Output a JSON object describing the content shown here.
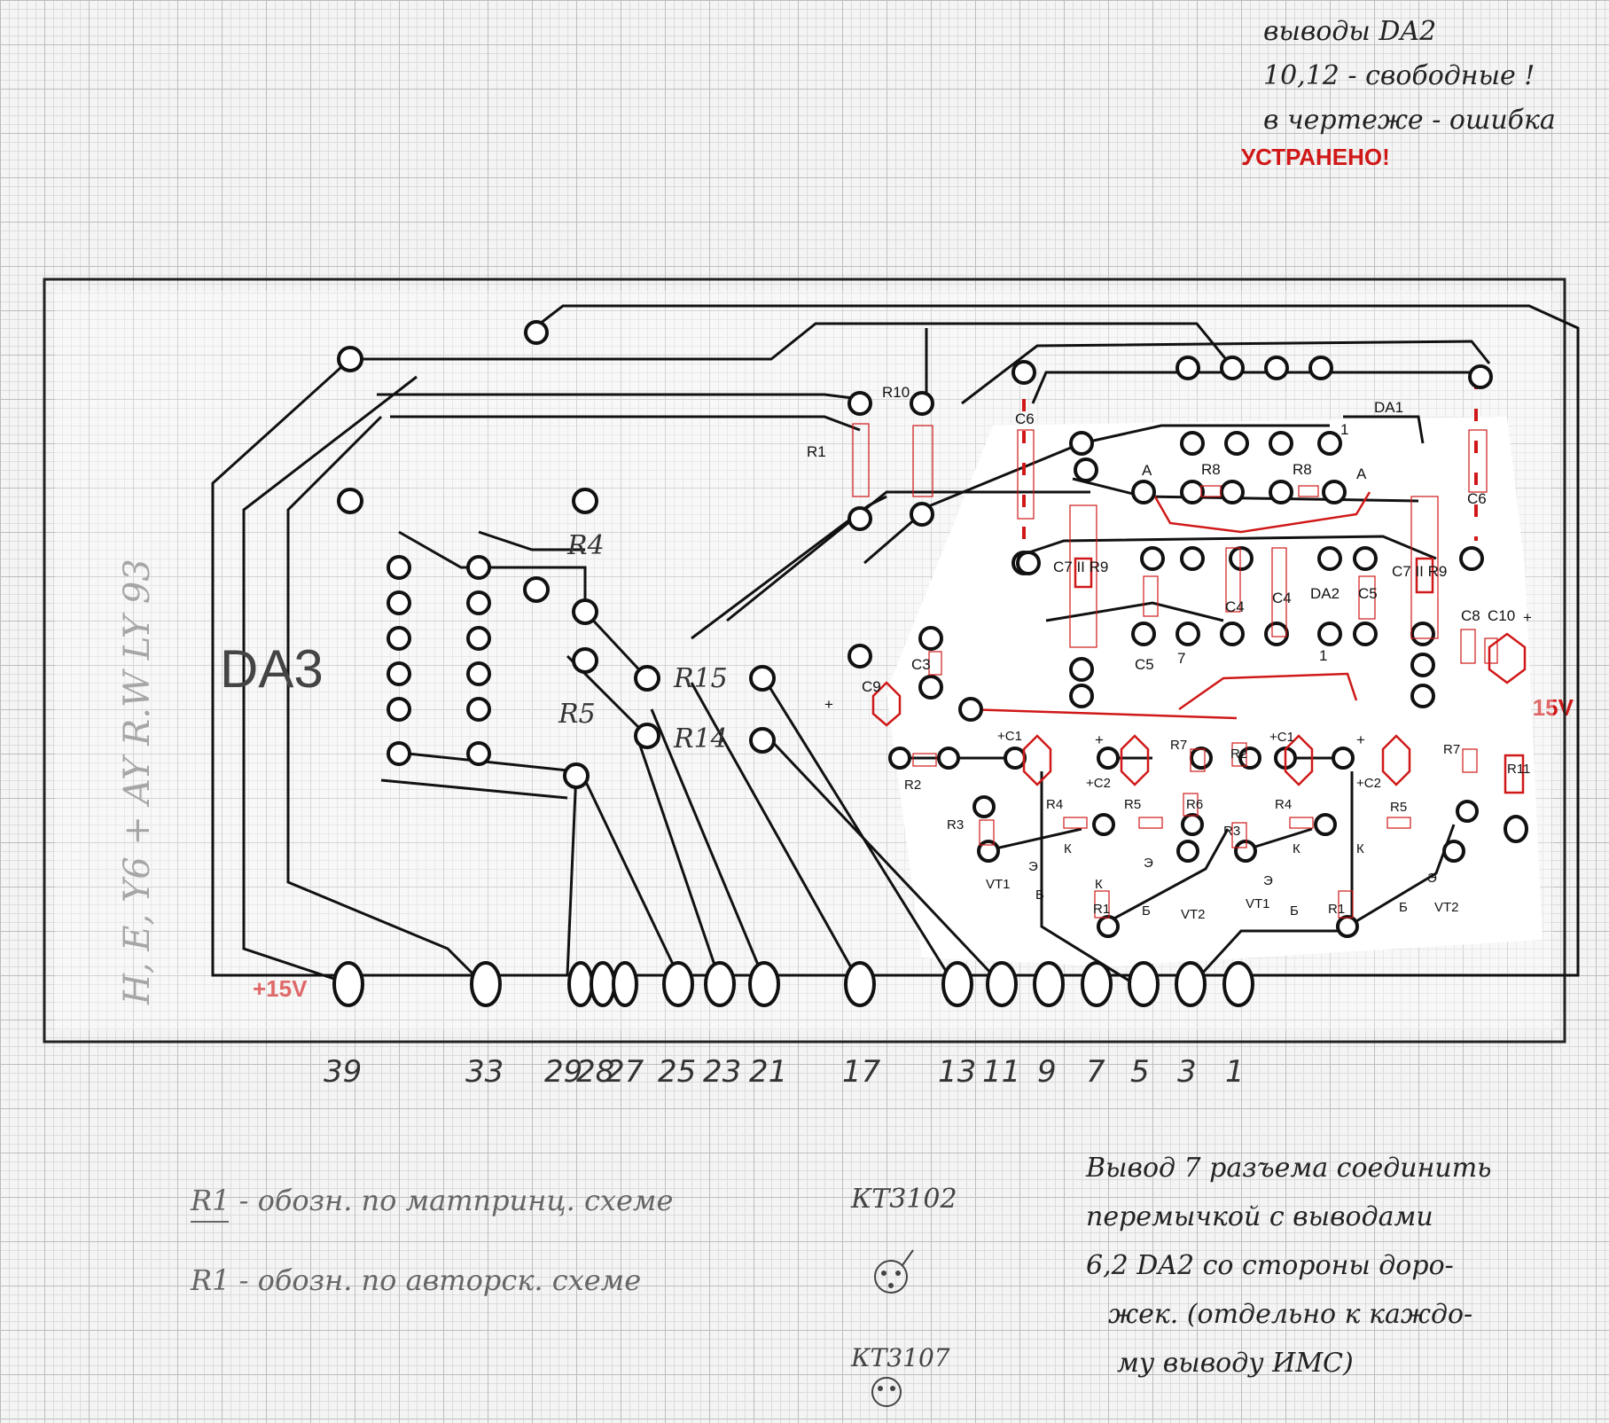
{
  "notes": {
    "top_right_1": "выводы DA2",
    "top_right_2": "10,12 - свободные !",
    "top_right_3": "в чертеже - ошибка",
    "fixed": "УСТРАНЕНО!",
    "legend_1": "R1 - обозн. по матпринц. схеме",
    "legend_2": "R1 - обозн. по авторск. схеме",
    "transistor_1": "КТ3102",
    "transistor_2": "КТ3107",
    "bottom_right_1": "Вывод 7 разъема соединить",
    "bottom_right_2": "перемычкой с выводами",
    "bottom_right_3": "6,2 DA2 со стороны доро-",
    "bottom_right_4": "жек. (отдельно к каждо-",
    "bottom_right_5": "му выводу ИМС)",
    "side_text": "H, E, Y6 + AY  R.W  LY 93"
  },
  "power": {
    "plus": "+15V",
    "minus": "-15V"
  },
  "chips": {
    "da1": "DA1",
    "da2": "DA2",
    "da3": "DA3"
  },
  "connector_pins": [
    "39",
    "33",
    "29",
    "28",
    "27",
    "25",
    "23",
    "21",
    "17",
    "13",
    "11",
    "9",
    "7",
    "5",
    "3",
    "1"
  ],
  "components": {
    "r1": "R1",
    "r10": "R10",
    "r14": "R14",
    "r15": "R15",
    "r4": "R4",
    "r5": "R5",
    "c6": "C6",
    "c9": "C9",
    "c3": "C3",
    "r8": "R8",
    "a": "A",
    "pin1": "1",
    "pin7": "7",
    "c7r9": "C7 II R9",
    "c4": "C4",
    "c5": "C5",
    "c8": "C8",
    "c10": "C10",
    "c1": "+C1",
    "c2": "+C2",
    "r2": "R2",
    "r3": "R3",
    "r6": "R6",
    "r7": "R7",
    "r11": "R11",
    "vt1": "VT1",
    "vt2": "VT2",
    "k": "К",
    "e": "Э",
    "b": "Б",
    "plus": "+"
  }
}
